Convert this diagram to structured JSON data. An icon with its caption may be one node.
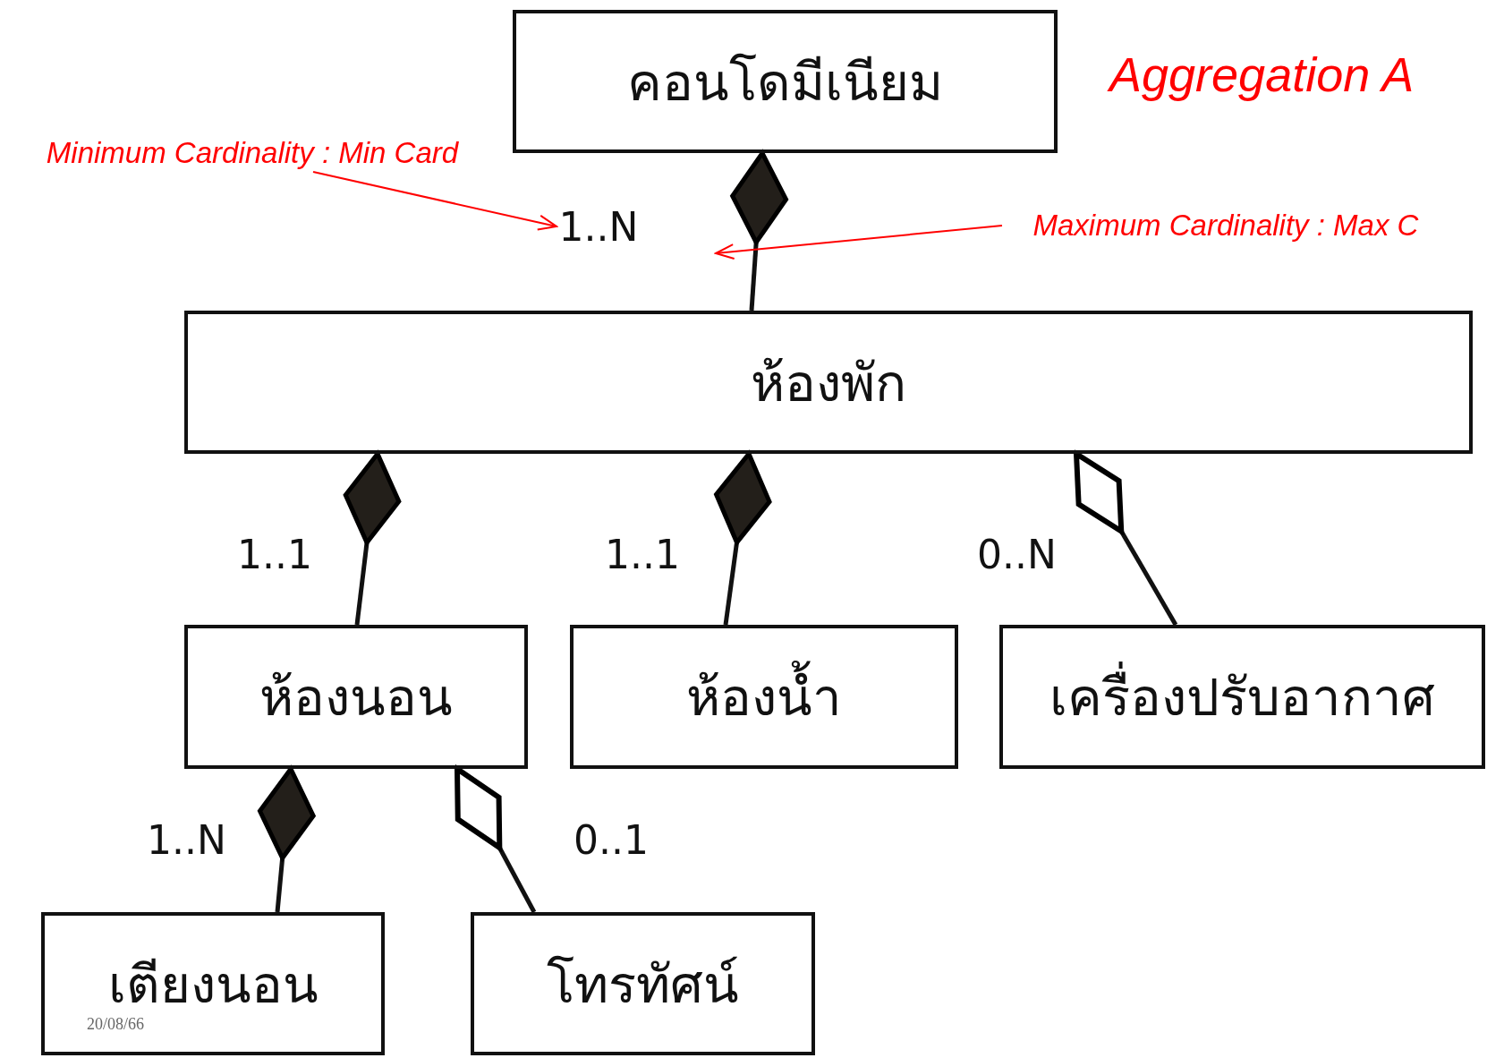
{
  "diagram": {
    "title": "Aggregation A",
    "nodes": [
      {
        "text": [
          "คอนโดมีเนียม"
        ]
      },
      {
        "text": [
          "ห้องพัก"
        ]
      },
      {
        "text": [
          "ห้องนอน"
        ]
      },
      {
        "text": [
          "ห้องน้ำ"
        ]
      },
      {
        "text": [
          "เครื่องปรับอากาศ"
        ]
      },
      {
        "text": [
          "เตียงนอน"
        ]
      },
      {
        "text": [
          "โทรทัศน์"
        ]
      },
      {
        "text": [
          "Minimum Cardinality : Min Card"
        ]
      },
      {
        "text": [
          "Maximum Cardinality : Max C"
        ]
      },
      {
        "text": [
          "1..N"
        ]
      }
    ],
    "edges": [
      {
        "from": 1,
        "to": 0,
        "arrow": "other"
      },
      {
        "from": 2,
        "to": 1,
        "arrow": "other",
        "label": "1..1"
      },
      {
        "from": 3,
        "to": 1,
        "arrow": "other",
        "label": "1..1"
      },
      {
        "from": 4,
        "to": 1,
        "arrow": "other",
        "label": "0..N"
      },
      {
        "from": 5,
        "to": 2,
        "arrow": "other",
        "label": "1..N"
      },
      {
        "from": 6,
        "to": 2,
        "arrow": "other",
        "label": "0..1"
      },
      {
        "from": 7,
        "to": 9,
        "arrow": "to",
        "color": "#ff0000"
      },
      {
        "from": 8,
        "to": null,
        "arrow": "to",
        "color": "#ff0000"
      }
    ],
    "labels": [
      "20/08/66"
    ]
  }
}
